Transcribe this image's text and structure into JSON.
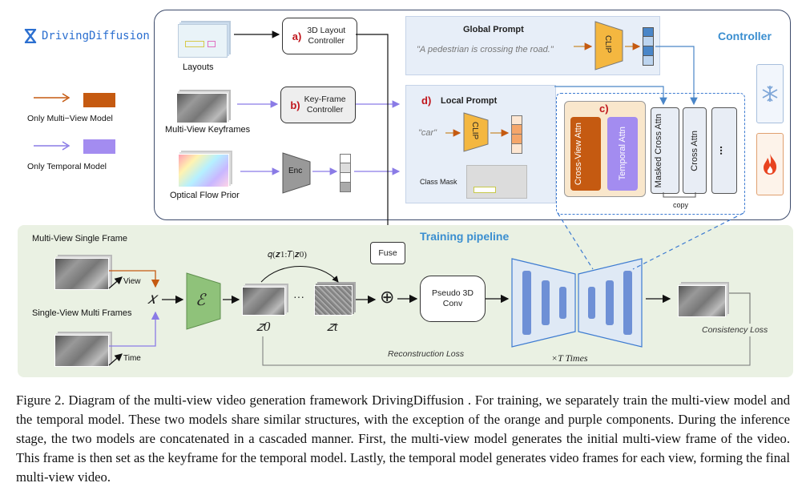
{
  "logo": {
    "text": "DrivingDiffusion"
  },
  "legend": {
    "multi_view": "Only Multi−View Model",
    "temporal": "Only Temporal Model",
    "colors": {
      "orange": "#c55a11",
      "purple": "#a38cf0"
    }
  },
  "controller": {
    "title": "Controller",
    "inputs": {
      "layouts": "Layouts",
      "keyframes": "Multi-View Keyframes",
      "optical_flow": "Optical Flow Prior"
    },
    "layout_controller": {
      "tag": "a)",
      "label": "3D Layout Controller"
    },
    "keyframe_controller": {
      "tag": "b)",
      "label": "Key-Frame Controller"
    },
    "enc": "Enc",
    "global_prompt": {
      "title": "Global Prompt",
      "text": "\"A pedestrian is crossing the road.\"",
      "clip": "CLIP"
    },
    "local_prompt": {
      "tag": "d)",
      "title": "Local Prompt",
      "text": "\"car\"",
      "clip": "CLIP",
      "class_mask": "Class Mask"
    },
    "block_c": {
      "tag": "c)",
      "cross_view": "Cross-View Attn",
      "temporal": "Temporal Attn",
      "masked_cross": "Masked Cross Attn",
      "cross": "Cross Attn",
      "ellipsis": "...",
      "copy": "copy"
    }
  },
  "training": {
    "title": "Training pipeline",
    "mvsf": "Multi-View Single Frame",
    "svmf": "Single-View Multi Frames",
    "view": "View",
    "time": "Time",
    "x": "𝑥",
    "encoder": "ℰ",
    "q": "𝑞(𝒛1:𝑇|𝒛0)",
    "ellipsis": "···",
    "z0": "𝑧0",
    "zt": "𝑧t",
    "fuse": "Fuse",
    "plus": "⊕",
    "pseudo": "Pseudo 3D Conv",
    "times": "×T Times",
    "recon": "Reconstruction Loss",
    "consistency": "Consistency Loss"
  },
  "caption": "Figure 2. Diagram of the multi-view video generation framework DrivingDiffusion . For training, we separately train the multi-view model and the temporal model. These two models share similar structures, with the exception of the orange and purple components. During the inference stage, the two models are concatenated in a cascaded manner. First, the multi-view model generates the initial multi-view frame of the video. This frame is then set as the keyframe for the temporal model. Lastly, the temporal model generates video frames for each view, forming the final multi-view video."
}
